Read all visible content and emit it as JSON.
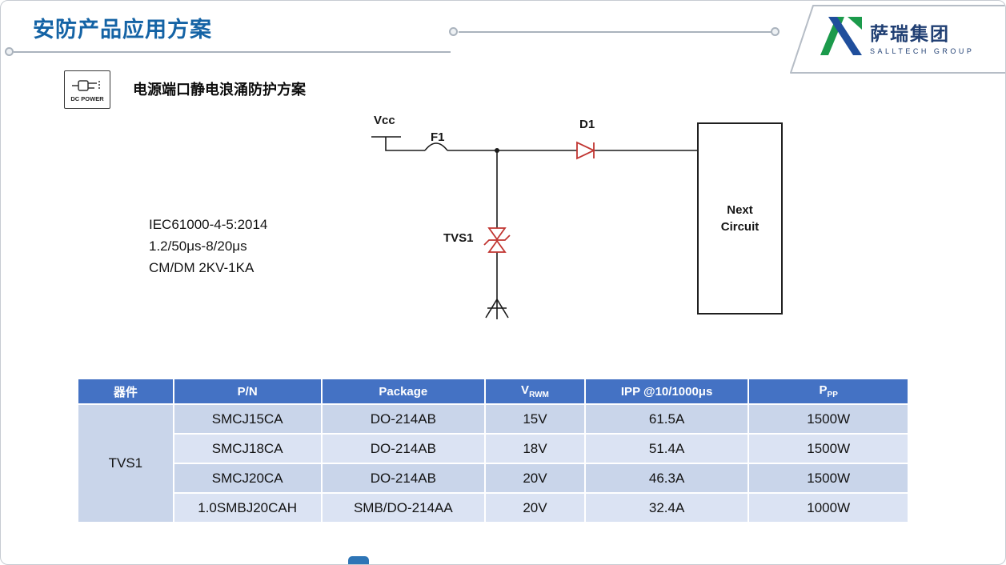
{
  "title": "安防产品应用方案",
  "logo": {
    "company": "萨瑞集团",
    "group": "SALLTECH GROUP"
  },
  "section": {
    "icon_label": "DC POWER",
    "heading": "电源端口静电浪涌防护方案"
  },
  "standard": {
    "line1": "IEC61000-4-5:2014",
    "line2": "1.2/50μs-8/20μs",
    "line3": "CM/DM 2KV-1KA"
  },
  "circuit": {
    "vcc": "Vcc",
    "fuse": "F1",
    "diode": "D1",
    "tvs": "TVS1",
    "next_line1": "Next",
    "next_line2": "Circuit"
  },
  "table": {
    "headers": {
      "device": "器件",
      "pn": "P/N",
      "package": "Package",
      "vrwm_main": "V",
      "vrwm_sub": "RWM",
      "ipp": "IPP @10/1000μs",
      "ppp_main": "P",
      "ppp_sub": "PP"
    },
    "device": "TVS1",
    "rows": [
      {
        "pn": "SMCJ15CA",
        "package": "DO-214AB",
        "vrwm": "15V",
        "ipp": "61.5A",
        "ppp": "1500W"
      },
      {
        "pn": "SMCJ18CA",
        "package": "DO-214AB",
        "vrwm": "18V",
        "ipp": "51.4A",
        "ppp": "1500W"
      },
      {
        "pn": "SMCJ20CA",
        "package": "DO-214AB",
        "vrwm": "20V",
        "ipp": "46.3A",
        "ppp": "1500W"
      },
      {
        "pn": "1.0SMBJ20CAH",
        "package": "SMB/DO-214AA",
        "vrwm": "20V",
        "ipp": "32.4A",
        "ppp": "1000W"
      }
    ]
  },
  "colors": {
    "accent": "#1463A5",
    "table-header-bg": "#4472C4",
    "row-dark": "#C9D5EA",
    "row-light": "#DBE3F3",
    "wire": "#1A1A1A",
    "component-red": "#C13531",
    "logo-green": "#1B9A4B",
    "logo-blue": "#1F4E9C"
  }
}
